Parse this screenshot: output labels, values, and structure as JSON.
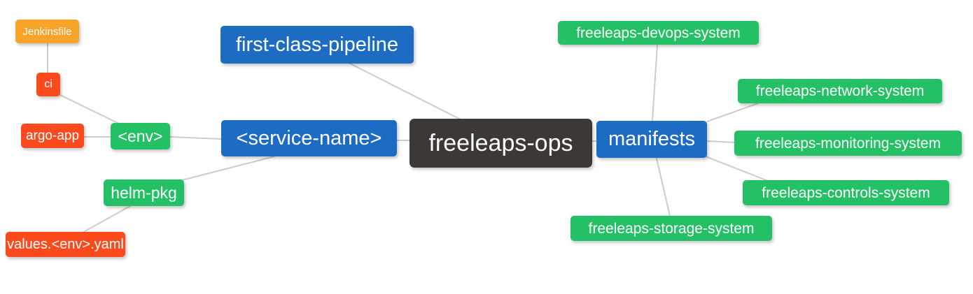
{
  "palette": {
    "root_bg": "#3b3836",
    "branch_bg": "#1d6cc4",
    "green_bg": "#24c065",
    "orange_bg": "#f8a42a",
    "red_bg": "#fb4b1e",
    "node_text": "#ffffff",
    "edge_line": "#cccccc",
    "canvas_bg": "#ffffff"
  },
  "nodes": {
    "root": {
      "label": "freeleaps-ops",
      "color": "#3b3836"
    },
    "first_class_pipeline": {
      "label": "first-class-pipeline",
      "color": "#1d6cc4"
    },
    "service_name": {
      "label": "<service-name>",
      "color": "#1d6cc4"
    },
    "manifests": {
      "label": "manifests",
      "color": "#1d6cc4"
    },
    "env": {
      "label": "<env>",
      "color": "#24c065"
    },
    "helm_pkg": {
      "label": "helm-pkg",
      "color": "#24c065"
    },
    "jenkinsfile": {
      "label": "Jenkinsfile",
      "color": "#f8a42a"
    },
    "ci": {
      "label": "ci",
      "color": "#fb4b1e"
    },
    "argo_app": {
      "label": "argo-app",
      "color": "#fb4b1e"
    },
    "values_yaml": {
      "label": "values.<env>.yaml",
      "color": "#fb4b1e"
    },
    "devops_system": {
      "label": "freeleaps-devops-system",
      "color": "#24c065"
    },
    "network_system": {
      "label": "freeleaps-network-system",
      "color": "#24c065"
    },
    "monitoring_system": {
      "label": "freeleaps-monitoring-system",
      "color": "#24c065"
    },
    "controls_system": {
      "label": "freeleaps-controls-system",
      "color": "#24c065"
    },
    "storage_system": {
      "label": "freeleaps-storage-system",
      "color": "#24c065"
    }
  },
  "edges": [
    {
      "from": "jenkinsfile",
      "to": "ci"
    },
    {
      "from": "ci",
      "to": "env"
    },
    {
      "from": "argo_app",
      "to": "env"
    },
    {
      "from": "env",
      "to": "service_name"
    },
    {
      "from": "helm_pkg",
      "to": "service_name"
    },
    {
      "from": "values_yaml",
      "to": "helm_pkg"
    },
    {
      "from": "service_name",
      "to": "root"
    },
    {
      "from": "first_class_pipeline",
      "to": "root"
    },
    {
      "from": "root",
      "to": "manifests"
    },
    {
      "from": "manifests",
      "to": "devops_system"
    },
    {
      "from": "manifests",
      "to": "network_system"
    },
    {
      "from": "manifests",
      "to": "monitoring_system"
    },
    {
      "from": "manifests",
      "to": "controls_system"
    },
    {
      "from": "manifests",
      "to": "storage_system"
    }
  ]
}
